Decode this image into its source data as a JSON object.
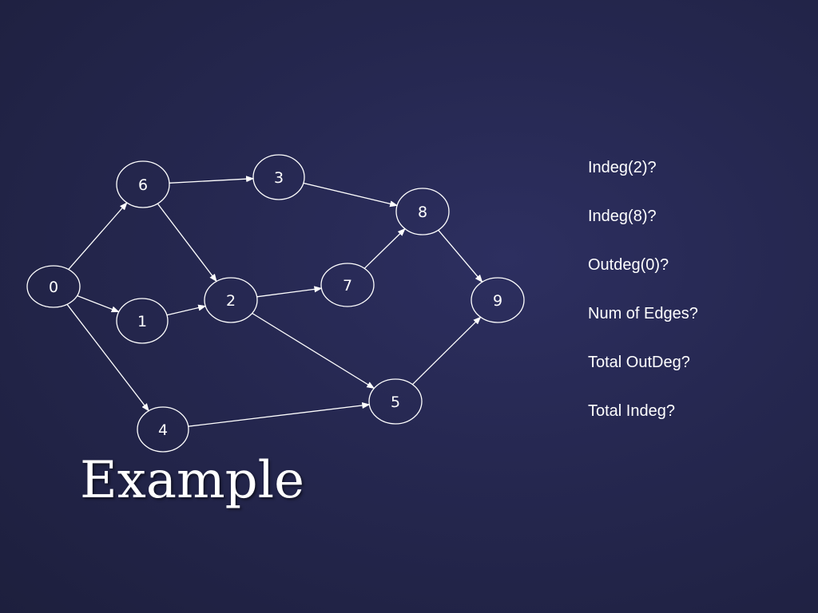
{
  "slide": {
    "title": "Example",
    "questions": [
      "Indeg(2)?",
      "Indeg(8)?",
      "Outdeg(0)?",
      "Num of Edges?",
      "Total OutDeg?",
      "Total Indeg?"
    ]
  },
  "graph": {
    "nodes": [
      {
        "id": "0",
        "label": "0"
      },
      {
        "id": "1",
        "label": "1"
      },
      {
        "id": "2",
        "label": "2"
      },
      {
        "id": "3",
        "label": "3"
      },
      {
        "id": "4",
        "label": "4"
      },
      {
        "id": "5",
        "label": "5"
      },
      {
        "id": "6",
        "label": "6"
      },
      {
        "id": "7",
        "label": "7"
      },
      {
        "id": "8",
        "label": "8"
      },
      {
        "id": "9",
        "label": "9"
      }
    ],
    "edges": [
      {
        "from": "0",
        "to": "6"
      },
      {
        "from": "0",
        "to": "1"
      },
      {
        "from": "0",
        "to": "4"
      },
      {
        "from": "6",
        "to": "3"
      },
      {
        "from": "6",
        "to": "2"
      },
      {
        "from": "1",
        "to": "2"
      },
      {
        "from": "3",
        "to": "8"
      },
      {
        "from": "2",
        "to": "7"
      },
      {
        "from": "2",
        "to": "5"
      },
      {
        "from": "7",
        "to": "8"
      },
      {
        "from": "8",
        "to": "9"
      },
      {
        "from": "4",
        "to": "5"
      },
      {
        "from": "5",
        "to": "9"
      }
    ],
    "colors": {
      "background": "#25274f",
      "stroke": "#ffffff"
    }
  }
}
